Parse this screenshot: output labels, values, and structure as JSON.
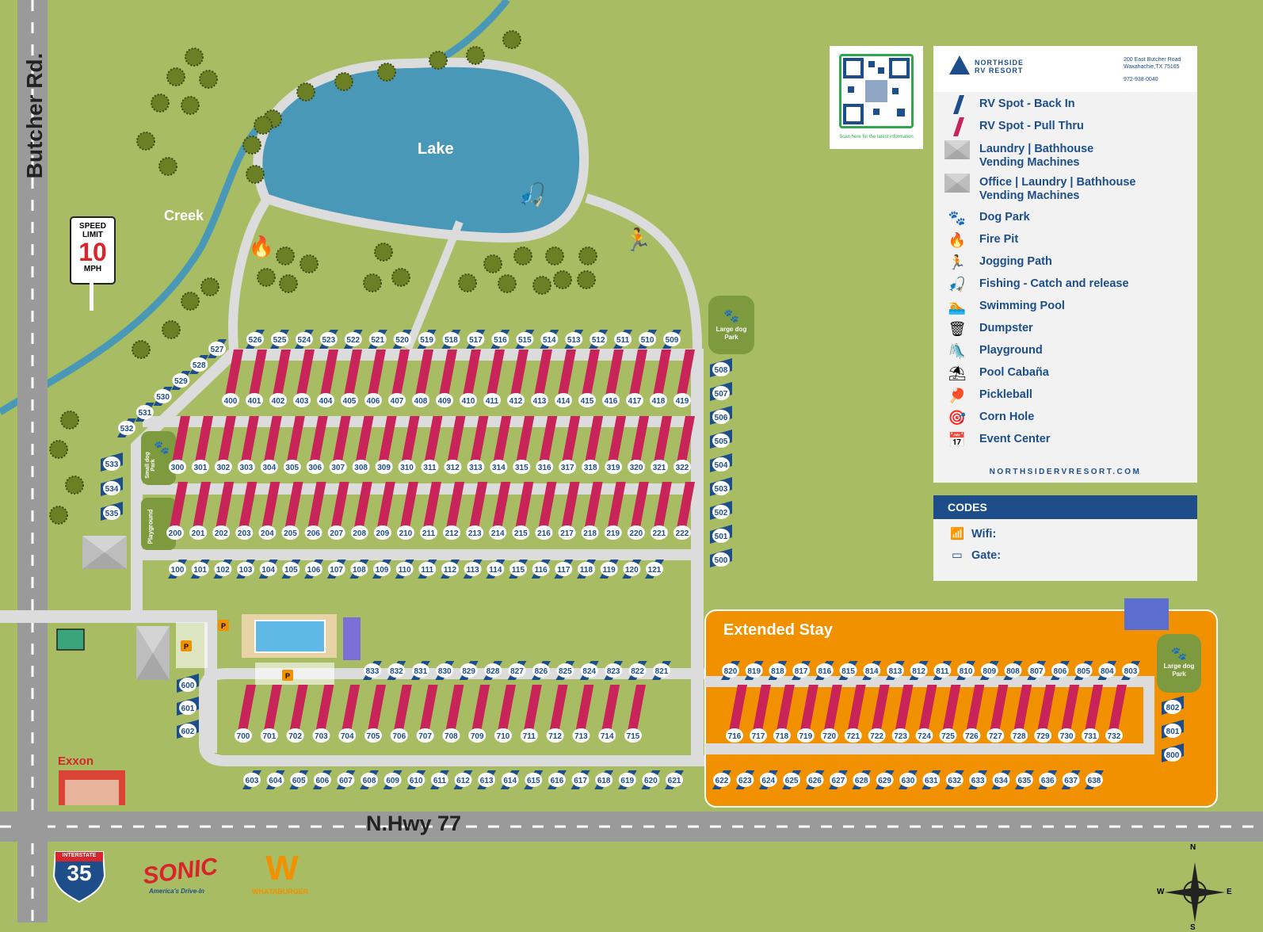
{
  "roads": {
    "butcher": "Butcher Rd.",
    "highway": "N.Hwy 77"
  },
  "features": {
    "creek": "Creek",
    "lake": "Lake",
    "extended_stay": "Extended Stay"
  },
  "speed_sign": {
    "top": "SPEED LIMIT",
    "number": "10",
    "unit": "MPH"
  },
  "dog_parks": {
    "large": "Large dog Park",
    "small": "Small dog Park",
    "playground": "Playground"
  },
  "nearby": {
    "exxon": "Exxon",
    "interstate_top": "INTERSTATE",
    "interstate_num": "35",
    "sonic": "SONIC",
    "sonic_tag": "America's Drive-In",
    "whataburger": "WHATABURGER"
  },
  "qr": {
    "caption": "Scan here for the latest information"
  },
  "legend": {
    "brand_line1": "NORTHSIDE",
    "brand_line2": "RV RESORT",
    "address_line1": "200 East Butcher Road",
    "address_line2": "Waxahachie,TX 75165",
    "phone": "972-938-0040",
    "items": [
      {
        "icon": "back-in-stripe-icon",
        "label": "RV Spot - Back In"
      },
      {
        "icon": "pull-thru-stripe-icon",
        "label": "RV Spot - Pull Thru"
      },
      {
        "icon": "laundry-building-icon",
        "label": "Laundry | Bathhouse\nVending Machines"
      },
      {
        "icon": "office-building-icon",
        "label": "Office | Laundry | Bathhouse\nVending Machines"
      },
      {
        "icon": "paw-icon",
        "label": "Dog Park"
      },
      {
        "icon": "fire-icon",
        "label": "Fire Pit"
      },
      {
        "icon": "runner-icon",
        "label": "Jogging Path"
      },
      {
        "icon": "fish-hook-icon",
        "label": "Fishing - Catch and release"
      },
      {
        "icon": "swimmer-icon",
        "label": "Swimming Pool"
      },
      {
        "icon": "dumpster-icon",
        "label": "Dumpster"
      },
      {
        "icon": "playground-icon",
        "label": "Playground"
      },
      {
        "icon": "cabana-icon",
        "label": "Pool Cabaña"
      },
      {
        "icon": "pickleball-icon",
        "label": "Pickleball"
      },
      {
        "icon": "cornhole-icon",
        "label": "Corn Hole"
      },
      {
        "icon": "calendar-icon",
        "label": "Event Center"
      }
    ],
    "url": "NORTHSIDERVRESORT.COM"
  },
  "codes": {
    "title": "CODES",
    "wifi_label": "Wifi:",
    "gate_label": "Gate:"
  },
  "colors": {
    "grass": "#a8bd63",
    "road": "#e3e3e3",
    "lake": "#4a98b8",
    "navy": "#1d4e89",
    "magenta": "#c8245a",
    "orange": "#f29100",
    "dogpark": "#7e9a3e"
  },
  "site_rows": [
    {
      "type": "back-in",
      "numbers": [
        "526",
        "525",
        "524",
        "523",
        "522",
        "521",
        "520",
        "519",
        "518",
        "517",
        "516",
        "515",
        "514",
        "513",
        "512",
        "511",
        "510",
        "509"
      ]
    },
    {
      "type": "back-in",
      "numbers": [
        "527",
        "528",
        "529",
        "530",
        "531",
        "532"
      ]
    },
    {
      "type": "pull-thru",
      "numbers": [
        "400",
        "401",
        "402",
        "403",
        "404",
        "405",
        "406",
        "407",
        "408",
        "409",
        "410",
        "411",
        "412",
        "413",
        "414",
        "415",
        "416",
        "417",
        "418",
        "419"
      ]
    },
    {
      "type": "pull-thru",
      "numbers": [
        "300",
        "301",
        "302",
        "303",
        "304",
        "305",
        "306",
        "307",
        "308",
        "309",
        "310",
        "311",
        "312",
        "313",
        "314",
        "315",
        "316",
        "317",
        "318",
        "319",
        "320",
        "321",
        "322"
      ]
    },
    {
      "type": "pull-thru",
      "numbers": [
        "200",
        "201",
        "202",
        "203",
        "204",
        "205",
        "206",
        "207",
        "208",
        "209",
        "210",
        "211",
        "212",
        "213",
        "214",
        "215",
        "216",
        "217",
        "218",
        "219",
        "220",
        "221",
        "222"
      ]
    },
    {
      "type": "back-in",
      "numbers": [
        "100",
        "101",
        "102",
        "103",
        "104",
        "105",
        "106",
        "107",
        "108",
        "109",
        "110",
        "111",
        "112",
        "113",
        "114",
        "115",
        "116",
        "117",
        "118",
        "119",
        "120",
        "121"
      ]
    },
    {
      "type": "back-in",
      "numbers": [
        "533",
        "534",
        "535"
      ]
    },
    {
      "type": "back-in",
      "numbers": [
        "508",
        "507",
        "506",
        "505",
        "504",
        "503",
        "502",
        "501",
        "500"
      ]
    },
    {
      "type": "back-in",
      "numbers": [
        "833",
        "832",
        "831",
        "830",
        "829",
        "828",
        "827",
        "826",
        "825",
        "824",
        "823",
        "822",
        "821"
      ]
    },
    {
      "type": "back-in",
      "numbers": [
        "820",
        "819",
        "818",
        "817",
        "816",
        "815",
        "814",
        "813",
        "812",
        "811",
        "810",
        "809",
        "808",
        "807",
        "806",
        "805",
        "804",
        "803"
      ]
    },
    {
      "type": "back-in",
      "numbers": [
        "600",
        "601",
        "602"
      ]
    },
    {
      "type": "pull-thru",
      "numbers": [
        "700",
        "701",
        "702",
        "703",
        "704",
        "705",
        "706",
        "707",
        "708",
        "709",
        "710",
        "711",
        "712",
        "713",
        "714",
        "715"
      ]
    },
    {
      "type": "pull-thru",
      "numbers": [
        "716",
        "717",
        "718",
        "719",
        "720",
        "721",
        "722",
        "723",
        "724",
        "725",
        "726",
        "727",
        "728",
        "729",
        "730",
        "731",
        "732"
      ]
    },
    {
      "type": "back-in",
      "numbers": [
        "802",
        "801",
        "800"
      ]
    },
    {
      "type": "back-in",
      "numbers": [
        "603",
        "604",
        "605",
        "606",
        "607",
        "608",
        "609",
        "610",
        "611",
        "612",
        "613",
        "614",
        "615",
        "616",
        "617",
        "618",
        "619",
        "620",
        "621"
      ]
    },
    {
      "type": "back-in",
      "numbers": [
        "622",
        "623",
        "624",
        "625",
        "626",
        "627",
        "628",
        "629",
        "630",
        "631",
        "632",
        "633",
        "634",
        "635",
        "636",
        "637",
        "638"
      ]
    }
  ],
  "compass": {
    "n": "N",
    "s": "S",
    "e": "E",
    "w": "W"
  }
}
